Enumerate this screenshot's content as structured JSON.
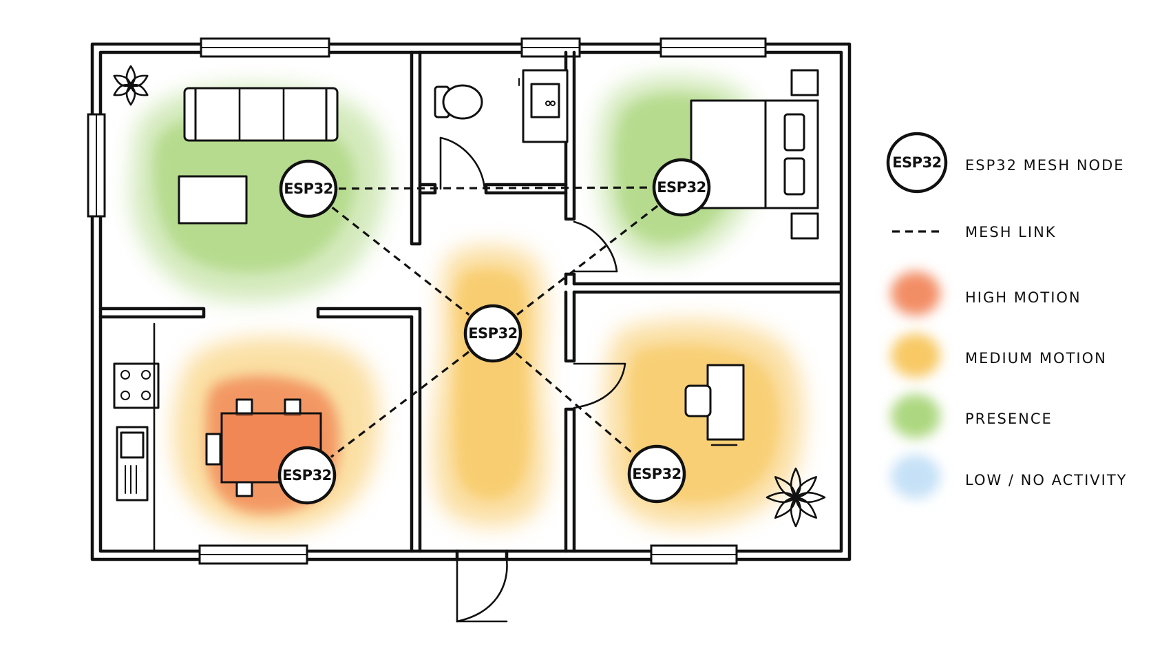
{
  "nodes": [
    {
      "id": "living",
      "label": "ESP32"
    },
    {
      "id": "bedroom",
      "label": "ESP32"
    },
    {
      "id": "hallway",
      "label": "ESP32"
    },
    {
      "id": "dining",
      "label": "ESP32"
    },
    {
      "id": "office",
      "label": "ESP32"
    }
  ],
  "links": [
    [
      "living",
      "bedroom"
    ],
    [
      "living",
      "hallway"
    ],
    [
      "bedroom",
      "hallway"
    ],
    [
      "hallway",
      "dining"
    ],
    [
      "hallway",
      "office"
    ]
  ],
  "zones": [
    {
      "room": "living",
      "level": "presence"
    },
    {
      "room": "bedroom",
      "level": "presence"
    },
    {
      "room": "dining",
      "level": "high"
    },
    {
      "room": "hallway",
      "level": "medium"
    },
    {
      "room": "office",
      "level": "medium"
    }
  ],
  "legend": {
    "node_icon_label": "ESP32",
    "node": "ESP32 MESH NODE",
    "link": "MESH LINK",
    "high": "HIGH MOTION",
    "medium": "MEDIUM MOTION",
    "presence": "PRESENCE",
    "low": "LOW / NO ACTIVITY"
  },
  "colors": {
    "high": "#f07a4a",
    "medium": "#f7c04a",
    "presence": "#9fd06a",
    "low": "#bcdcf6",
    "ink": "#111111"
  },
  "icons": {
    "living_plant": "flower-icon",
    "office_plant": "palm-icon"
  }
}
